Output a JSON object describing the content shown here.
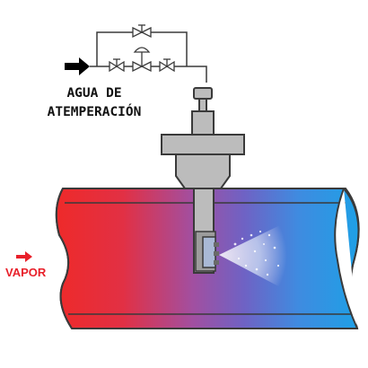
{
  "labels": {
    "water_line1": "AGUA DE",
    "water_line2": "ATEMPERACIÓN",
    "vapor": "VAPOR"
  },
  "colors": {
    "pipe_hot": "#ee2a2a",
    "pipe_mid": "#a24fa0",
    "pipe_cold": "#1ea0e6",
    "metal": "#bcbcbc",
    "metal_dark": "#8a8a8a",
    "outline": "#3a3a3a",
    "spray": "#cfe6f5",
    "vapor_label": "#e8202a",
    "water_arrow": "#000000"
  },
  "icons": {
    "water_inlet": "arrow-right-icon",
    "steam_flow": "arrow-right-icon",
    "valves": "valve-icon"
  }
}
